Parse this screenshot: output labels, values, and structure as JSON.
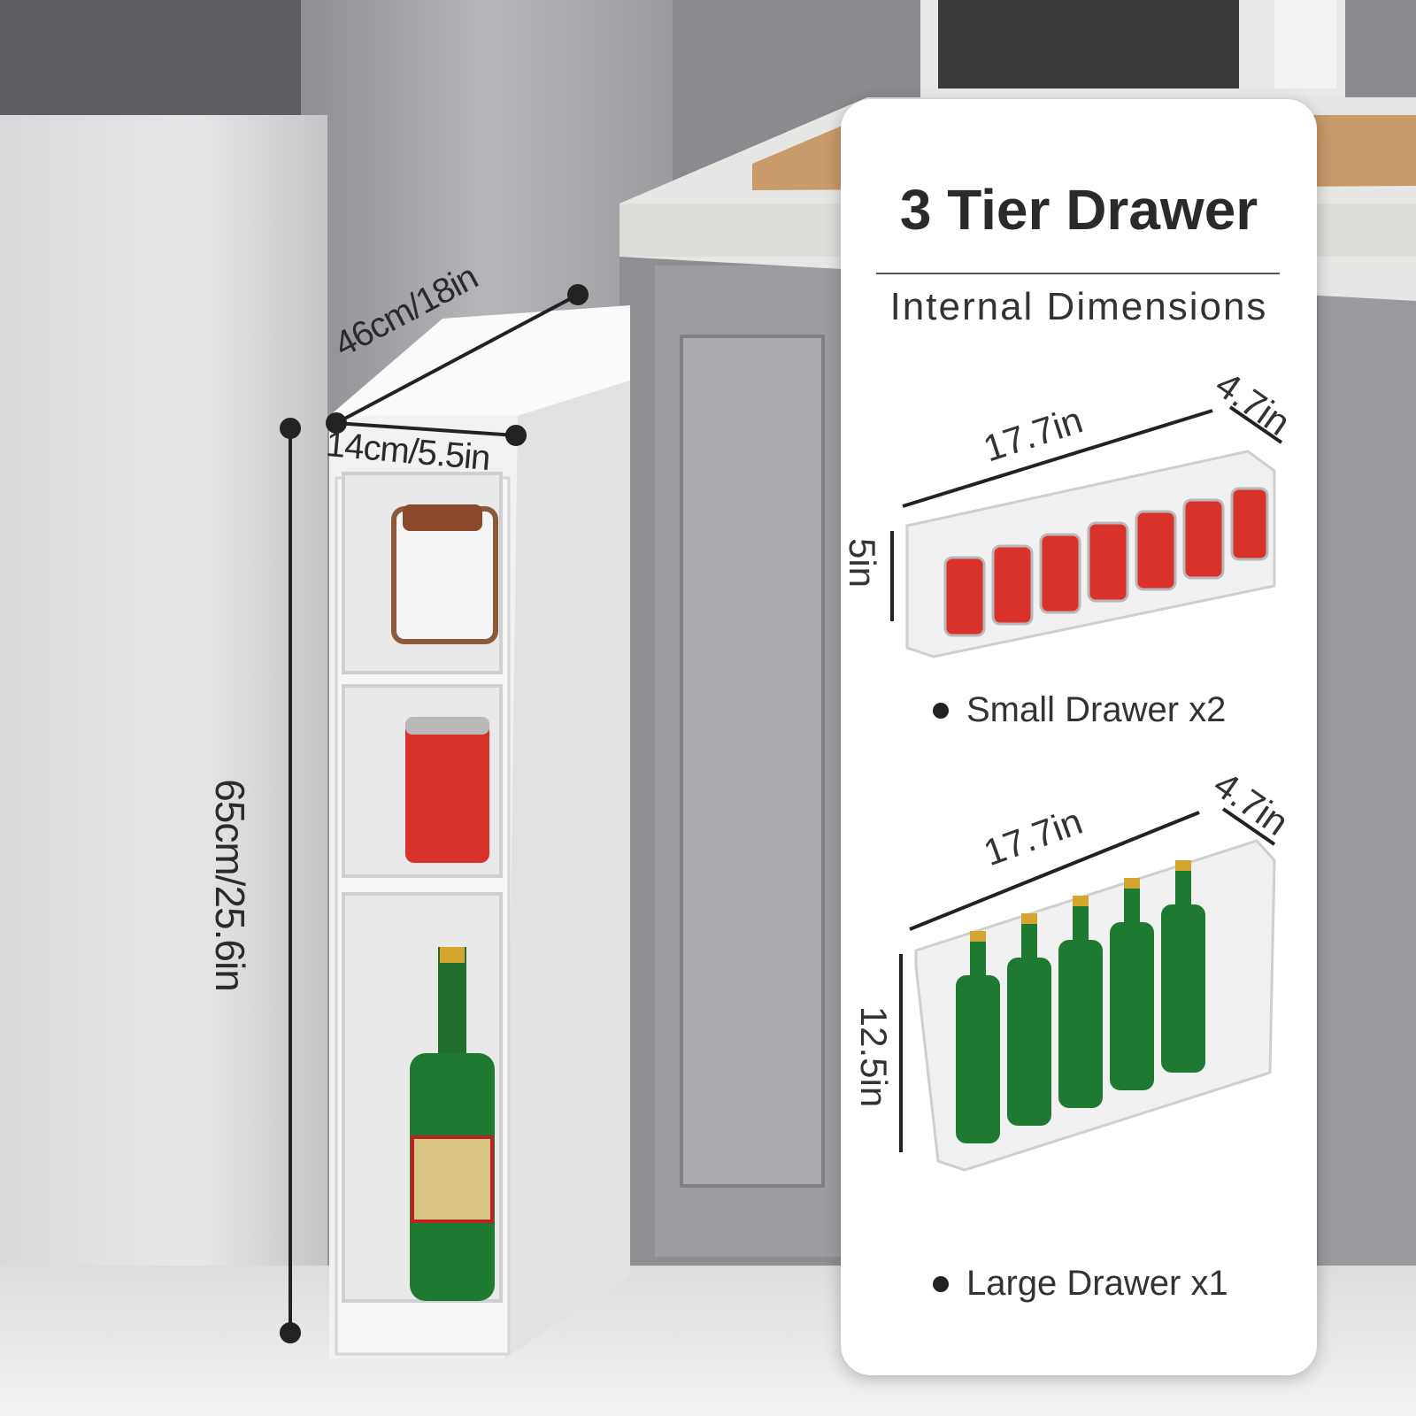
{
  "scene": {
    "labels": {
      "depth": "46cm/18in",
      "width": "14cm/5.5in",
      "height": "65cm/25.6in"
    }
  },
  "panel": {
    "title": "3 Tier Drawer",
    "subtitle": "Internal Dimensions",
    "small_drawer": {
      "length": "17.7in",
      "depth": "4.7in",
      "height": "5in",
      "caption": "Small Drawer x2"
    },
    "large_drawer": {
      "length": "17.7in",
      "depth": "4.7in",
      "height": "12.5in",
      "caption": "Large Drawer x1"
    }
  }
}
